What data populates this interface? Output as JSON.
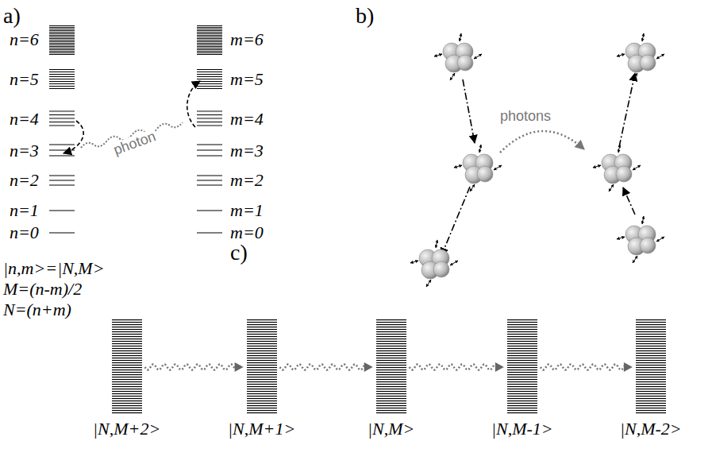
{
  "diagram": {
    "nodes": [
      {
        "text": [
          "|N,M+2>"
        ]
      },
      {
        "text": [
          "|N,M+1>"
        ]
      },
      {
        "text": [
          "|N,M>"
        ]
      },
      {
        "text": [
          "|N,M-1>"
        ]
      },
      {
        "text": [
          "|N,M-2>"
        ]
      }
    ],
    "edges": [
      {
        "from": 0,
        "to": 1,
        "arrow": "to"
      },
      {
        "from": 1,
        "to": 2,
        "arrow": "to"
      },
      {
        "from": 2,
        "to": 3,
        "arrow": "to"
      },
      {
        "from": 3,
        "to": 4,
        "arrow": "to"
      }
    ],
    "labels": [
      "a)",
      "n=6",
      "n=5",
      "n=4",
      "n=3",
      "n=2",
      "n=1",
      "n=0",
      "m=6",
      "m=5",
      "m=4",
      "m=3",
      "m=2",
      "m=1",
      "m=0",
      "photon",
      "b)",
      "photons",
      "c)",
      "|n,m>=|N,M>",
      "M=(n-m)/2",
      "N=(n+m)"
    ]
  }
}
